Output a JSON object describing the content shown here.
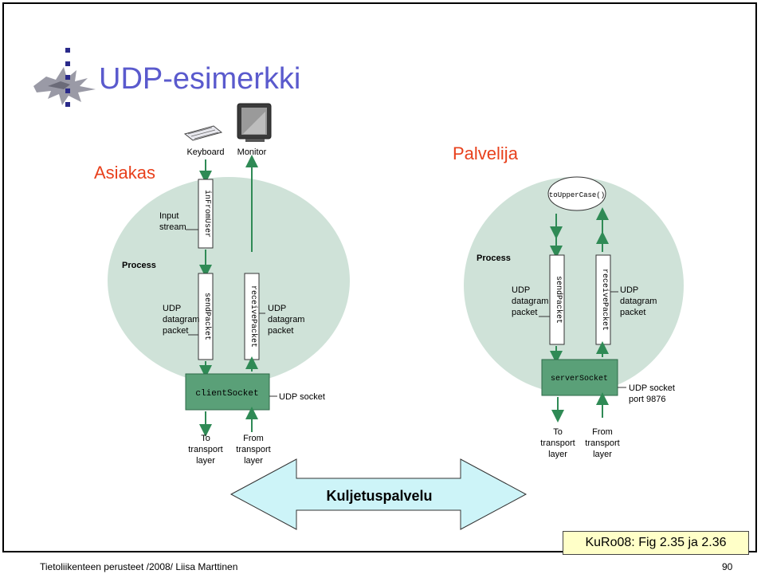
{
  "slide": {
    "title": "UDP-esimerkki",
    "client_label": "Asiakas",
    "server_label": "Palvelija",
    "footer_left": "Tietoliikenteen perusteet /2008/  Liisa Marttinen",
    "page_number": "90",
    "reference": "KuRo08: Fig 2.35 ja 2.36",
    "transport_arrow_label": "Kuljetuspalvelu"
  },
  "client": {
    "keyboard": "Keyboard",
    "monitor": "Monitor",
    "input_stream": [
      "Input",
      "stream"
    ],
    "process": "Process",
    "udp_packet_left": [
      "UDP",
      "datagram",
      "packet"
    ],
    "udp_packet_right": [
      "UDP",
      "datagram",
      "packet"
    ],
    "stream_in": "inFromUser",
    "send_packet": "sendPacket",
    "receive_packet": "receivePacket",
    "socket": "clientSocket",
    "socket_label": "UDP socket",
    "to_transport": [
      "To",
      "transport",
      "layer"
    ],
    "from_transport": [
      "From",
      "transport",
      "layer"
    ]
  },
  "server": {
    "method": "toUpperCase()",
    "process": "Process",
    "udp_packet_left": [
      "UDP",
      "datagram",
      "packet"
    ],
    "udp_packet_right": [
      "UDP",
      "datagram",
      "packet"
    ],
    "send_packet": "sendPacket",
    "receive_packet": "receivePacket",
    "socket": "serverSocket",
    "socket_label": [
      "UDP socket",
      "port 9876"
    ],
    "to_transport": [
      "To",
      "transport",
      "layer"
    ],
    "from_transport": [
      "From",
      "transport",
      "layer"
    ]
  },
  "colors": {
    "title": "#5a5acd",
    "accent_label": "#e8401c",
    "process_fill": "#cfe2d8",
    "socket_fill": "#5aa078",
    "arrow_green": "#2f8a55",
    "transport_fill": "#cdf4f8",
    "reference_fill": "#ffffc8"
  }
}
